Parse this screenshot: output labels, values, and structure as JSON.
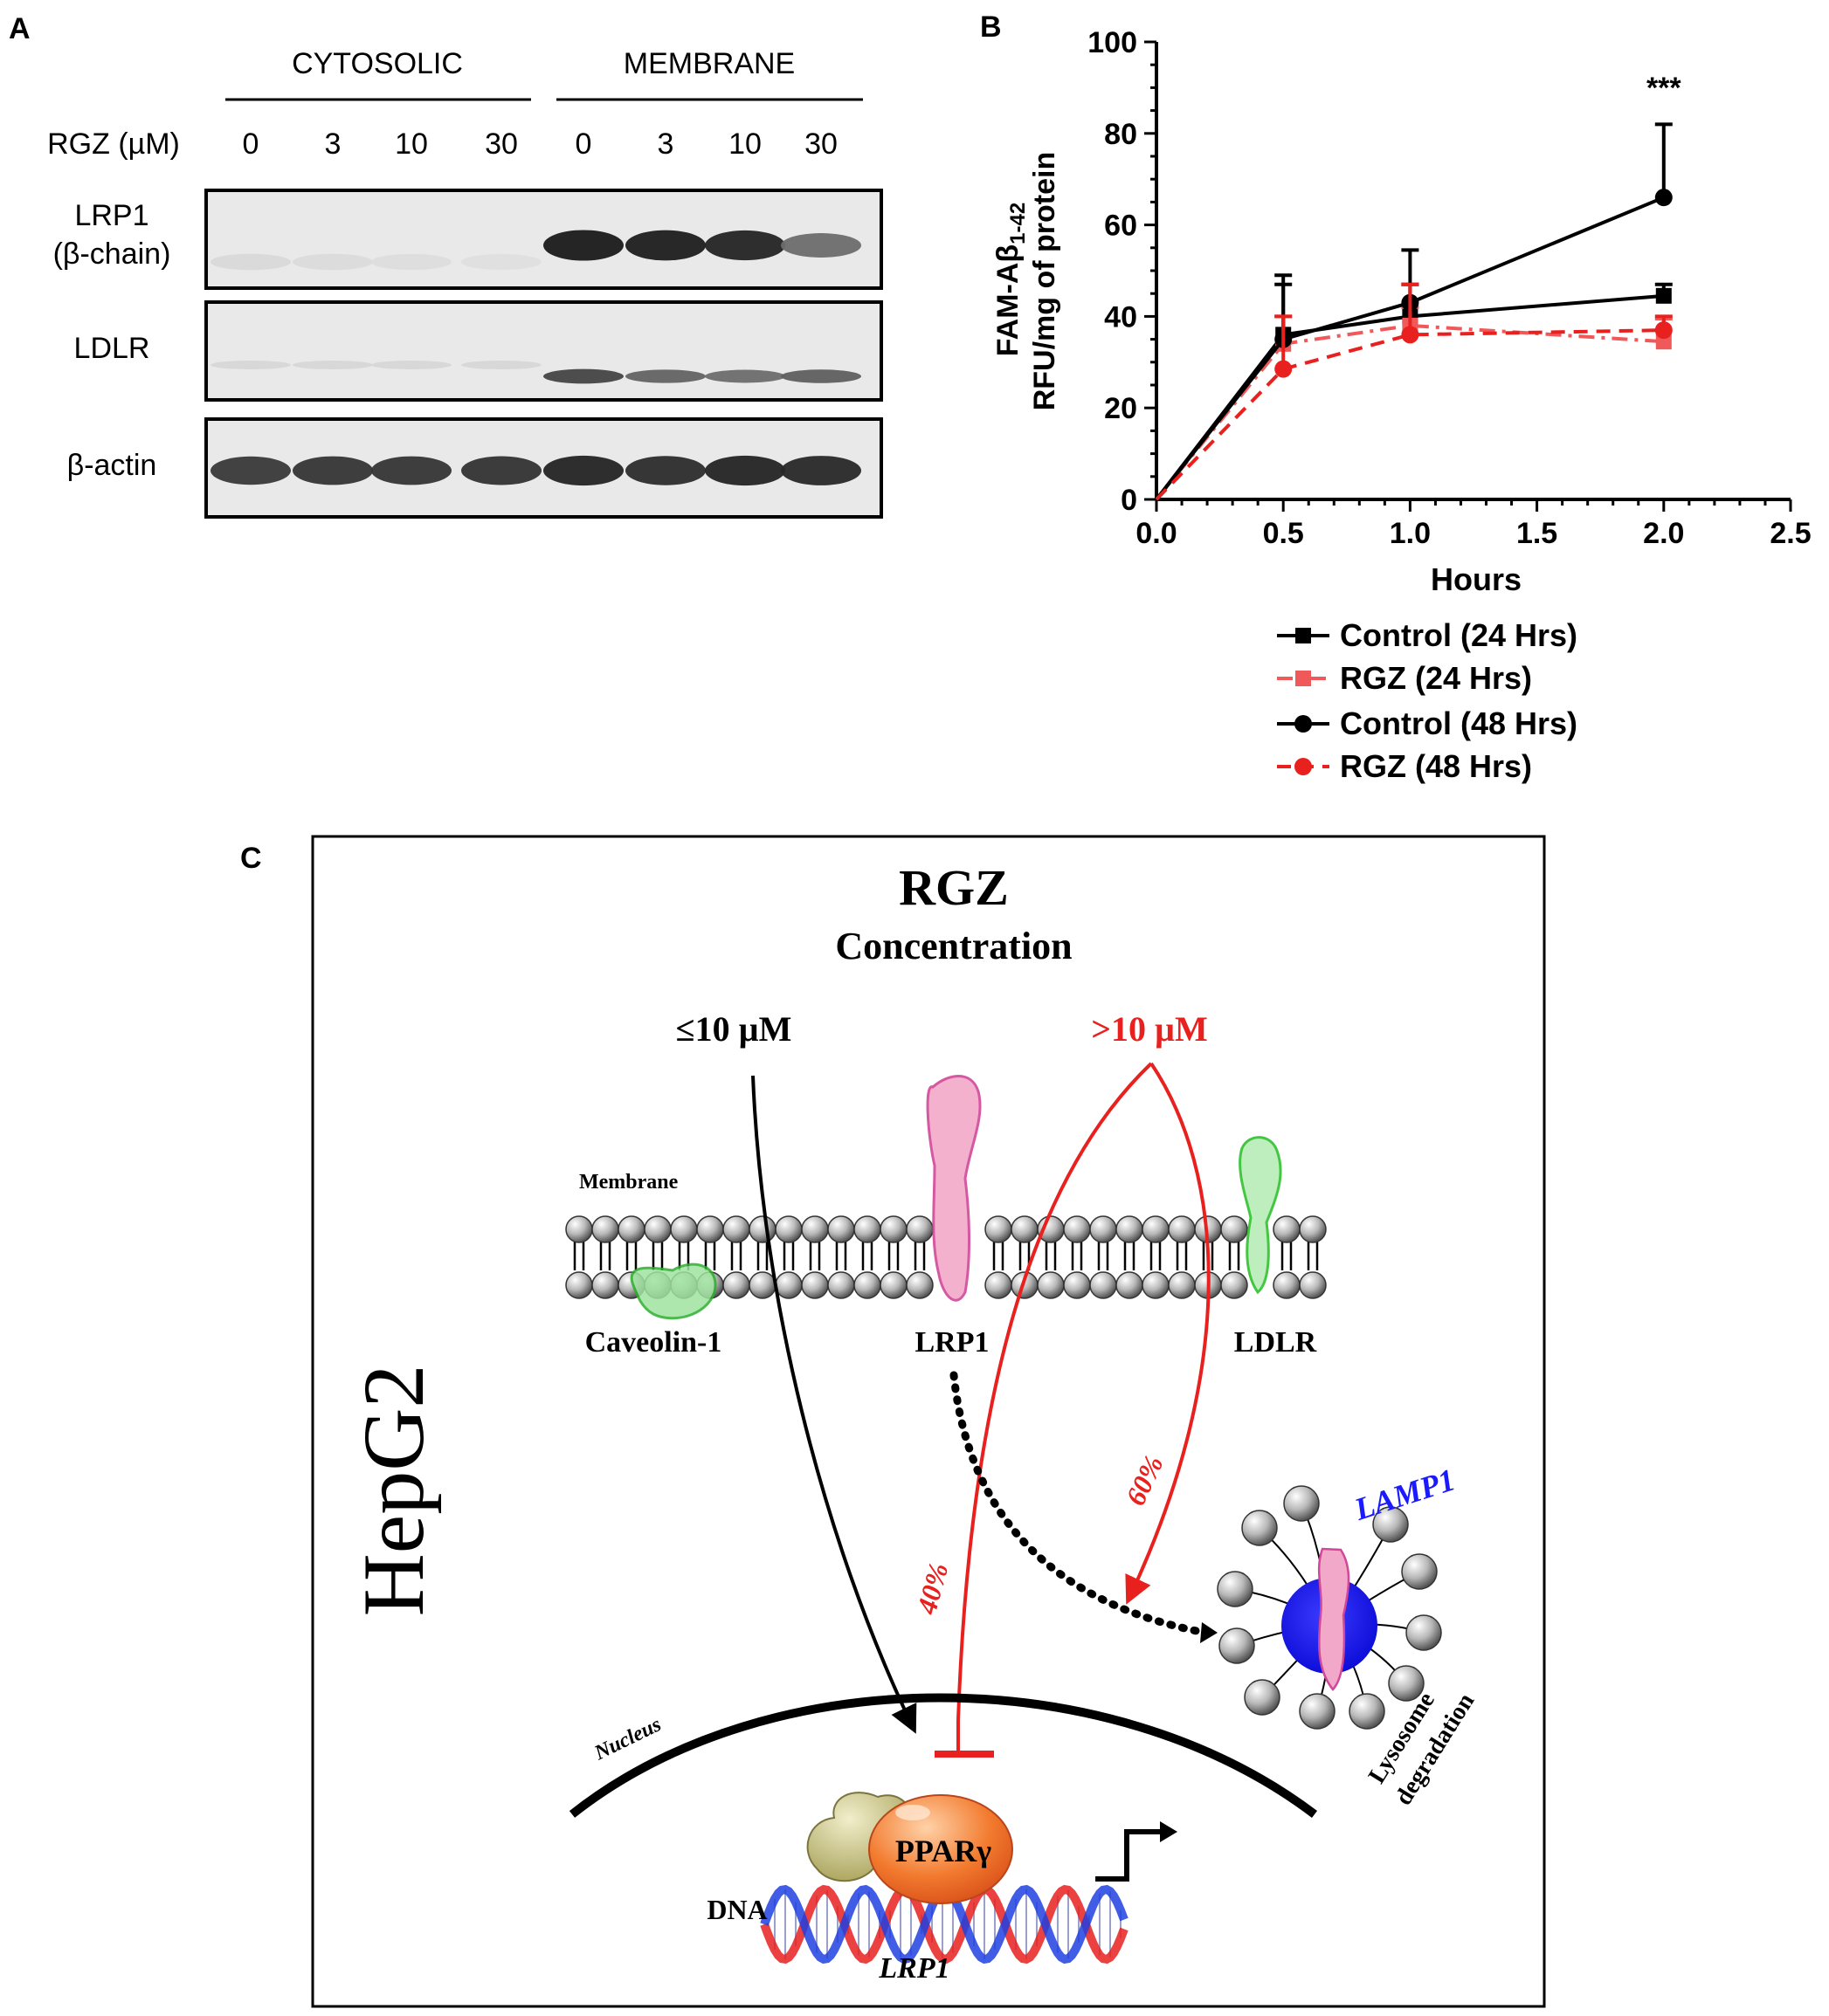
{
  "panel_a": {
    "label": "A",
    "group_cytosolic": "CYTOSOLIC",
    "group_membrane": "MEMBRANE",
    "rgz_label": "RGZ (µM)",
    "lanes": [
      "0",
      "3",
      "10",
      "30",
      "0",
      "3",
      "10",
      "30"
    ],
    "blots": [
      {
        "label_lines": [
          "LRP1",
          "(β-chain)"
        ],
        "intensity": [
          0.04,
          0.03,
          0.02,
          0.01,
          0.95,
          0.93,
          0.9,
          0.55
        ]
      },
      {
        "label_lines": [
          "LDLR"
        ],
        "intensity": [
          0.05,
          0.05,
          0.05,
          0.05,
          0.75,
          0.6,
          0.55,
          0.62
        ]
      },
      {
        "label_lines": [
          "β-actin"
        ],
        "intensity": [
          0.8,
          0.82,
          0.82,
          0.83,
          0.9,
          0.86,
          0.9,
          0.88
        ]
      }
    ]
  },
  "panel_b": {
    "label": "B",
    "chart_data": {
      "type": "line",
      "xlabel": "Hours",
      "ylabel_line1": "FAM-Aβ",
      "ylabel_subscript": "1-42",
      "ylabel_line2": "RFU/mg of protein",
      "xlim": [
        0.0,
        2.5
      ],
      "ylim": [
        0,
        100
      ],
      "x_ticks": [
        "0.0",
        "0.5",
        "1.0",
        "1.5",
        "2.0",
        "2.5"
      ],
      "y_ticks": [
        "0",
        "20",
        "40",
        "60",
        "80",
        "100"
      ],
      "annotation": "***",
      "annotation_x": 2.0,
      "series": [
        {
          "name": "Control (24 Hrs)",
          "color": "#000000",
          "marker": "square",
          "dash": "solid",
          "x": [
            0,
            0.5,
            1.0,
            2.0
          ],
          "y": [
            0,
            36,
            40,
            44.5
          ],
          "err": [
            0,
            11,
            7,
            2.5
          ]
        },
        {
          "name": "RGZ (24 Hrs)",
          "color": "#f0595a",
          "marker": "square",
          "dash": "dashdot",
          "x": [
            0,
            0.5,
            1.0,
            2.0
          ],
          "y": [
            0,
            34,
            38,
            34.5
          ],
          "err": [
            0,
            6,
            4,
            5
          ]
        },
        {
          "name": "Control (48 Hrs)",
          "color": "#000000",
          "marker": "circle",
          "dash": "solid",
          "x": [
            0,
            0.5,
            1.0,
            2.0
          ],
          "y": [
            0,
            35,
            43,
            66
          ],
          "err": [
            0,
            14,
            11.5,
            16
          ]
        },
        {
          "name": "RGZ (48 Hrs)",
          "color": "#e8201e",
          "marker": "circle",
          "dash": "dashed",
          "x": [
            0,
            0.5,
            1.0,
            2.0
          ],
          "y": [
            0,
            28.5,
            36,
            37
          ],
          "err": [
            0,
            11.5,
            11,
            3
          ]
        }
      ]
    }
  },
  "panel_c": {
    "label": "C",
    "title": "RGZ",
    "subtitle": "Concentration",
    "low_dose": "≤10 µM",
    "high_dose": ">10 µM",
    "membrane": "Membrane",
    "caveolin": "Caveolin-1",
    "lrp1": "LRP1",
    "ldlr": "LDLR",
    "cell": "HepG2",
    "pct_40": "40%",
    "pct_60": "60%",
    "lamp1": "LAMP1",
    "lysosome_1": "Lysosome",
    "lysosome_2": "degradation",
    "nucleus": "Nucleus",
    "ppar": "PPARγ",
    "dna": "DNA",
    "gene": "LRP1",
    "colors": {
      "red": "#e8201e",
      "blue": "#1a1aff",
      "pink": "#f2a9c9",
      "green": "#9fe3a0"
    }
  }
}
